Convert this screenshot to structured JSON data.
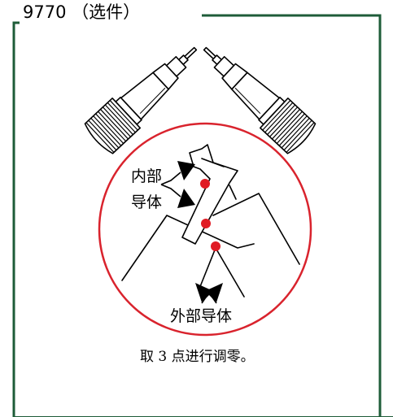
{
  "panel": {
    "title": "9770 （选件）",
    "border_color": "#1e5c38"
  },
  "labels": {
    "inner_conductor_line1": "内部",
    "inner_conductor_line2": "导体",
    "outer_conductor": "外部导体",
    "caption": "取 3 点进行调零。"
  },
  "colors": {
    "circle": "#d9232d",
    "contact_points": "#e01b24",
    "lines": "#000000"
  },
  "icons": {
    "probe": "probe-icon",
    "contact_point": "contact-point-icon",
    "arrow": "arrow-icon"
  }
}
